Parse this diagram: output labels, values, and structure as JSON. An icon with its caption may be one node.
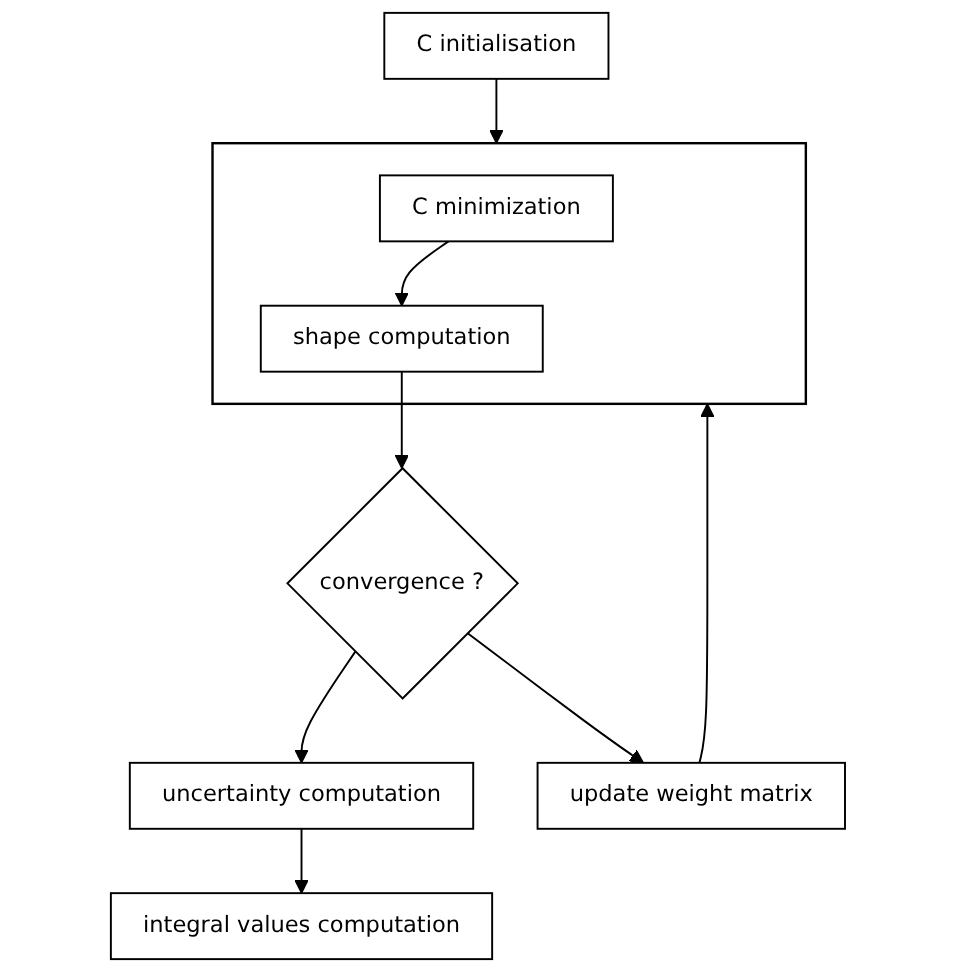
{
  "diagram": {
    "nodes": [
      {
        "text": [
          "C initialisation"
        ]
      },
      {
        "text": [],
        "shape": "box"
      },
      {
        "text": [
          "C minimization"
        ],
        "in": 1
      },
      {
        "text": [
          "shape computation"
        ],
        "in": 1
      },
      {
        "text": [
          "convergence ?"
        ]
      },
      {
        "text": [
          "update weight matrix"
        ]
      },
      {
        "text": [
          "uncertainty computation"
        ]
      },
      {
        "text": [
          "integral values computation"
        ]
      }
    ],
    "edges": [
      {
        "from": 0,
        "to": 1,
        "arrow": "to"
      },
      {
        "from": 2,
        "to": 3,
        "arrow": "to"
      },
      {
        "from": 3,
        "to": 4,
        "arrow": "to"
      },
      {
        "from": 4,
        "to": 5,
        "arrow": "to"
      },
      {
        "from": 5,
        "to": 1,
        "arrow": "to"
      },
      {
        "from": 4,
        "to": 6,
        "arrow": "to"
      },
      {
        "from": 6,
        "to": 7,
        "arrow": "to"
      }
    ]
  }
}
